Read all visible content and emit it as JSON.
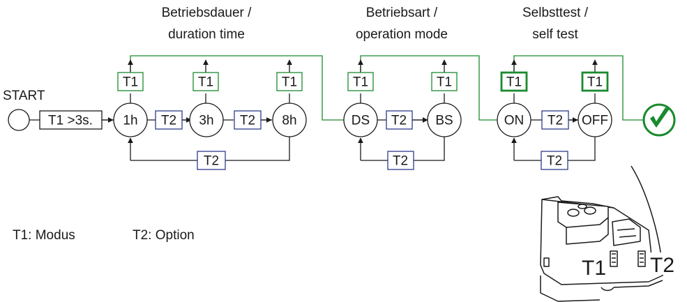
{
  "headers": {
    "duration": [
      "Betriebsdauer /",
      "duration time"
    ],
    "mode": [
      "Betriebsart /",
      "operation mode"
    ],
    "selftest": [
      "Selbsttest /",
      "self test"
    ]
  },
  "start": {
    "label": "START",
    "condition": "T1 >3s."
  },
  "buttons": {
    "t1": "T1",
    "t2": "T2"
  },
  "duration_states": [
    "1h",
    "3h",
    "8h"
  ],
  "mode_states": [
    "DS",
    "BS"
  ],
  "selftest_states": [
    "ON",
    "OFF"
  ],
  "legend": {
    "t1": "T1: Modus",
    "t2": "T2: Option"
  },
  "device_labels": {
    "t1": "T1",
    "t2": "T2"
  },
  "colors": {
    "t1_box": "#1a8a2e",
    "t2_box": "#2e3a8c",
    "confirm": "#1a8a2e"
  },
  "icons": {
    "confirm": "checkmark-circle-icon"
  }
}
